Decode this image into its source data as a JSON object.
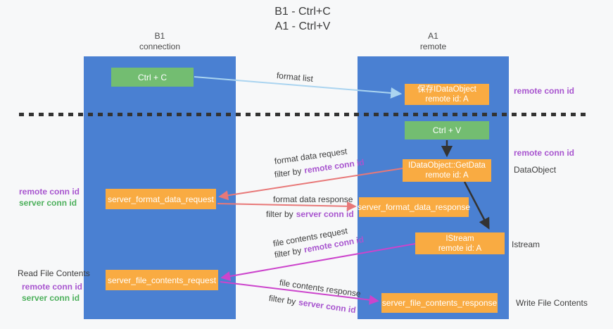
{
  "title": {
    "line1": "B1 - Ctrl+C",
    "line2": "A1 - Ctrl+V"
  },
  "lanes": {
    "left": {
      "header_line1": "B1",
      "header_line2": "connection"
    },
    "right": {
      "header_line1": "A1",
      "header_line2": "remote"
    }
  },
  "nodes": {
    "ctrl_c": "Ctrl + C",
    "ctrl_v": "Ctrl + V",
    "save_idataobject": {
      "line1": "保存IDataObject",
      "line2": "remote id: A"
    },
    "getdata": {
      "line1": "IDataObject::GetData",
      "line2": "remote id: A"
    },
    "istream": {
      "line1": "IStream",
      "line2": "remote id: A"
    },
    "server_format_data_request": "server_format_data_request",
    "server_format_data_response": "server_format_data_response",
    "server_file_contents_request": "server_file_contents_request",
    "server_file_contents_response": "server_file_contents_response"
  },
  "arrow_labels": {
    "format_list": "format list",
    "format_data_request": "format data request",
    "format_data_response": "format data response",
    "file_contents_request": "file contents request",
    "file_contents_response": "file contents response",
    "filter_by": "filter by",
    "remote_conn_id": "remote conn id",
    "server_conn_id": "server conn id"
  },
  "side_labels": {
    "remote_conn_id": "remote conn id",
    "server_conn_id": "server conn id",
    "dataobject": "DataObject",
    "istream": "Istream",
    "read_file_contents": "Read File Contents",
    "write_file_contents": "Write File Contents"
  },
  "colors": {
    "lane_blue": "#4a80d2",
    "node_orange": "#f9ab42",
    "node_green": "#73bd71",
    "purple_text": "#a855cf",
    "green_text": "#4db05c",
    "red_arrow": "#e87878",
    "magenta_arrow": "#cc44cc",
    "light_blue_arrow": "#aad4f0",
    "black": "#333333"
  }
}
